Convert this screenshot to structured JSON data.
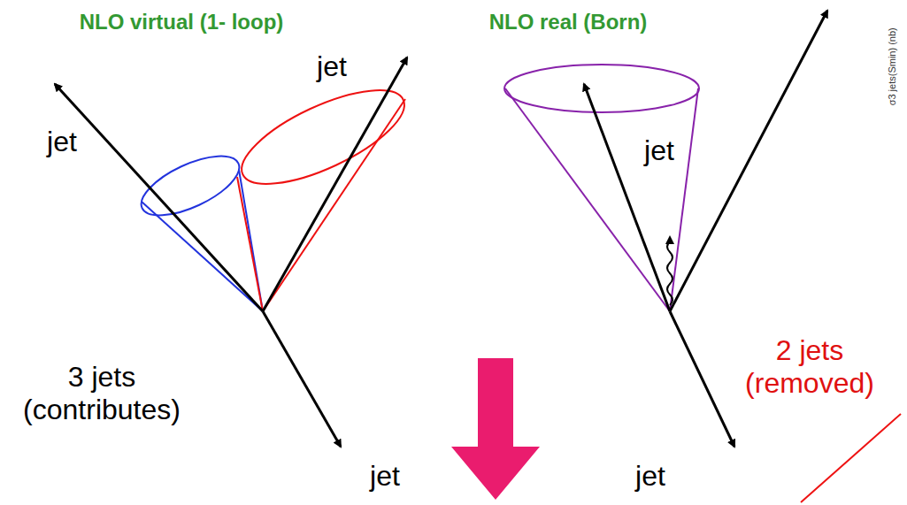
{
  "diagram": {
    "labels": [
      "NLO virtual (1- loop)",
      "NLO real (Born)",
      "jet",
      "jet",
      "jet",
      "3 jets (contributes)",
      "jet",
      "2 jets (removed)",
      "jet",
      "σ3 jets(Smin) (nb)"
    ]
  }
}
